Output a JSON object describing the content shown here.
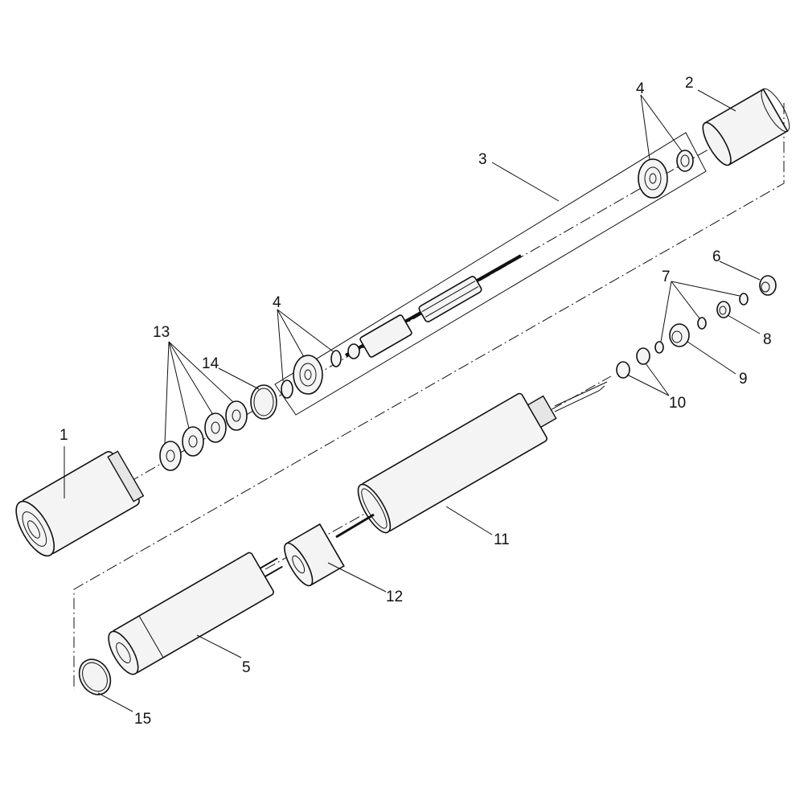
{
  "diagram": {
    "type": "exploded-parts-view",
    "labels": {
      "p1": "1",
      "p2": "2",
      "p3": "3",
      "p4a": "4",
      "p4b": "4",
      "p5": "5",
      "p6": "6",
      "p7": "7",
      "p8": "8",
      "p9": "9",
      "p10": "10",
      "p11": "11",
      "p12": "12",
      "p13": "13",
      "p14": "14",
      "p15": "15"
    }
  }
}
